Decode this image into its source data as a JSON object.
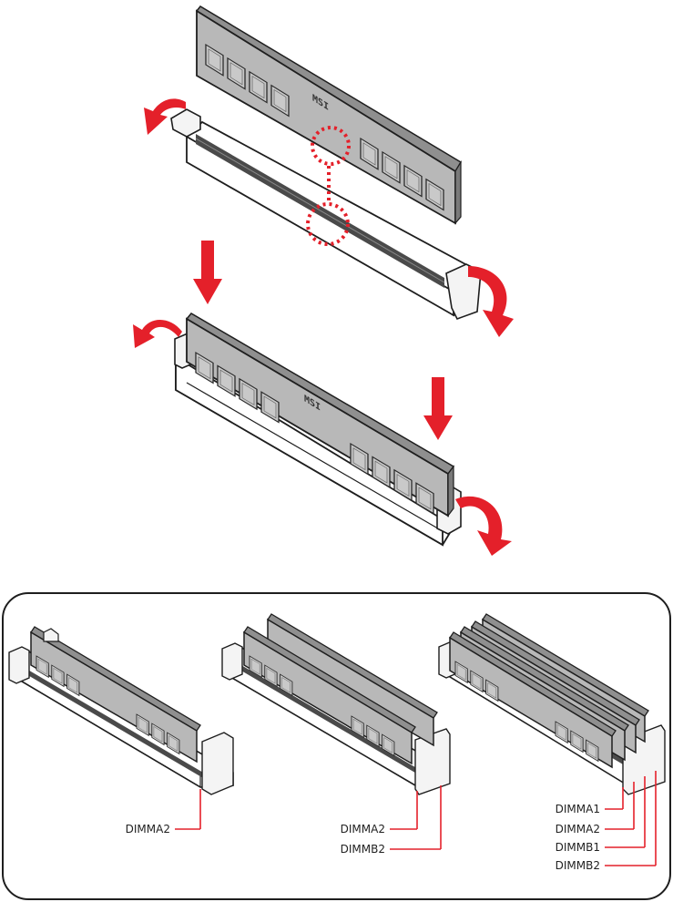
{
  "labels": {
    "one_module": [
      "DIMMA2"
    ],
    "two_modules": [
      "DIMMA2",
      "DIMMB2"
    ],
    "four_modules": [
      "DIMMA1",
      "DIMMA2",
      "DIMMB1",
      "DIMMB2"
    ]
  },
  "chip_marking": "MSI",
  "colors": {
    "accent": "#e4202a",
    "module": "#b8b8b8",
    "module_edge": "#3a3a3a",
    "slot": "#ffffff",
    "outline": "#1e1e1e"
  },
  "icons": {
    "latch_arrow": "curved-arrow-icon",
    "insert_arrow": "down-arrow-icon",
    "notch_highlight": "dotted-circle-icon"
  }
}
